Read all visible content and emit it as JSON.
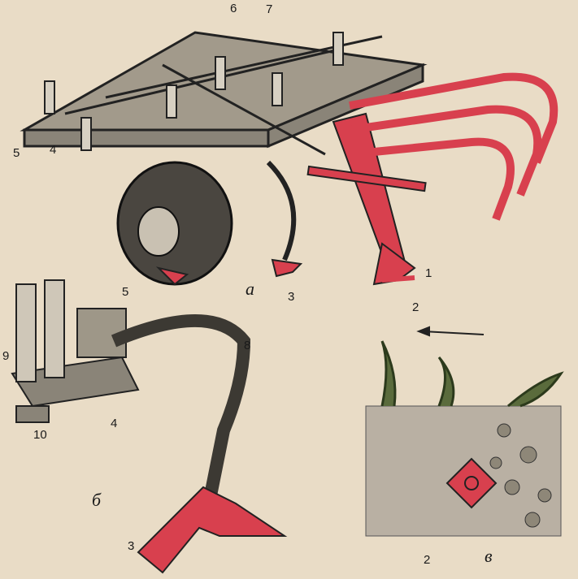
{
  "colors": {
    "background": "#e9dcc6",
    "red": "#d8404e",
    "ink": "#222222",
    "soil": "#b9b0a3"
  },
  "figure_a": {
    "panel_label": "а",
    "labels": [
      "1",
      "2",
      "3",
      "4",
      "5",
      "6",
      "7"
    ]
  },
  "figure_b": {
    "panel_label": "б",
    "labels": [
      "3",
      "4",
      "5",
      "8",
      "9",
      "10"
    ]
  },
  "figure_c": {
    "panel_label": "в",
    "labels": [
      "2"
    ]
  }
}
